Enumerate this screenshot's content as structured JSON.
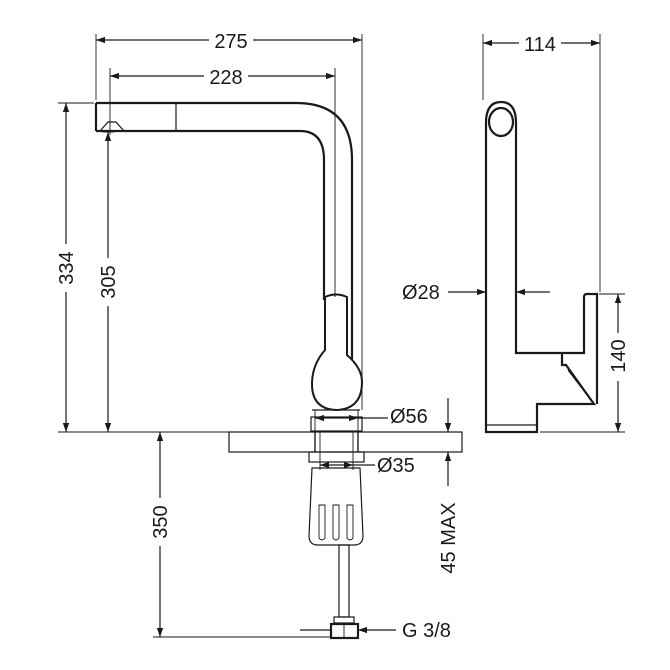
{
  "dimensions": {
    "overall_width": "275",
    "spout_reach": "228",
    "side_width": "114",
    "total_height": "334",
    "spout_height": "305",
    "body_diameter": "Ø28",
    "lever_height": "140",
    "base_diameter": "Ø56",
    "hole_diameter": "Ø35",
    "hose_length": "350",
    "max_deck_thickness": "45 MAX",
    "connection_thread": "G 3/8"
  },
  "colors": {
    "line": "#1a1a1a",
    "background": "#ffffff"
  }
}
